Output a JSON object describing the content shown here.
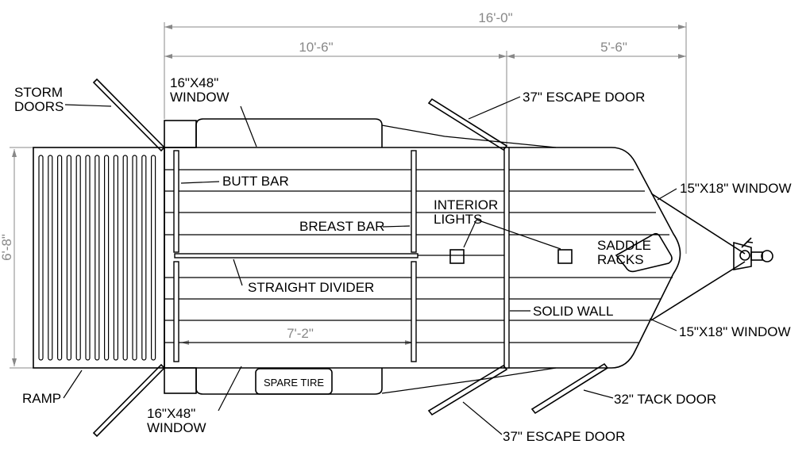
{
  "labels": {
    "storm_doors": "STORM\nDOORS",
    "window_top": "16\"X48\"\nWINDOW",
    "escape_door_top": "37\" ESCAPE DOOR",
    "butt_bar": "BUTT BAR",
    "breast_bar": "BREAST BAR",
    "interior_lights": "INTERIOR\nLIGHTS",
    "saddle_racks": "SADDLE\nRACKS",
    "window_nose_top": "15\"X18\" WINDOW",
    "straight_divider": "STRAIGHT DIVIDER",
    "solid_wall": "SOLID WALL",
    "window_nose_bottom": "15\"X18\" WINDOW",
    "ramp": "RAMP",
    "spare_tire": "SPARE TIRE",
    "window_bottom": "16\"X48\"\nWINDOW",
    "tack_door": "32\" TACK DOOR",
    "escape_door_bottom": "37\" ESCAPE DOOR"
  },
  "dimensions": {
    "overall_length": "16'-0\"",
    "rear_section": "10'-6\"",
    "front_section": "5'-6\"",
    "width": "6'-8\"",
    "stall_length": "7'-2\""
  },
  "colors": {
    "line": "#000000",
    "dimension": "#888888",
    "background": "#ffffff"
  }
}
